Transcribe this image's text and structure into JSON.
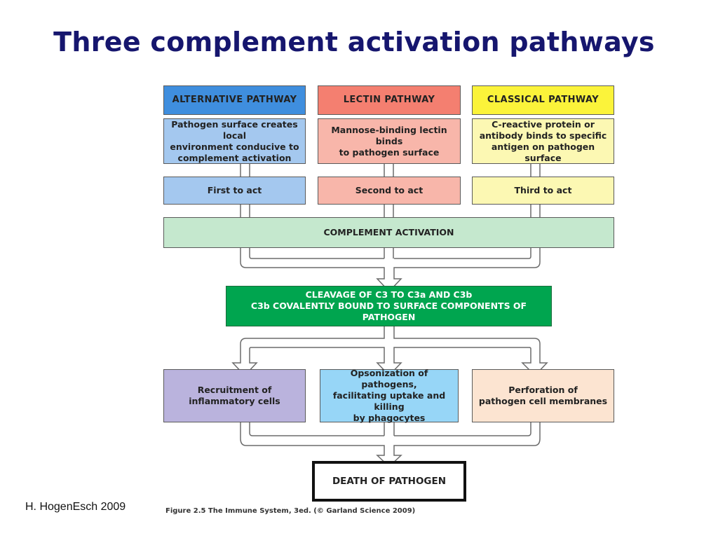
{
  "slide": {
    "title": "Three complement activation pathways",
    "credit": "H. HogenEsch 2009",
    "figure_caption": "Figure 2.5 The Immune System, 3ed. (© Garland Science 2009)"
  },
  "pathways": {
    "alternative": {
      "header": "ALTERNATIVE PATHWAY",
      "description": "Pathogen surface creates local\nenvironment conducive to\ncomplement activation",
      "order": "First to act"
    },
    "lectin": {
      "header": "LECTIN PATHWAY",
      "description": "Mannose-binding lectin binds\nto pathogen surface",
      "order": "Second to act"
    },
    "classical": {
      "header": "CLASSICAL PATHWAY",
      "description": "C-reactive protein or\nantibody binds to specific\nantigen on pathogen surface",
      "order": "Third to act"
    }
  },
  "activation": "COMPLEMENT ACTIVATION",
  "cleavage": "CLEAVAGE OF C3 TO C3a AND C3b\nC3b COVALENTLY BOUND TO SURFACE COMPONENTS OF PATHOGEN",
  "outcomes": {
    "recruitment": "Recruitment of\ninflammatory cells",
    "opsonization": "Opsonization of pathogens,\nfacilitating uptake and killing\nby phagocytes",
    "perforation": "Perforation of\npathogen cell membranes"
  },
  "result": "DEATH OF PATHOGEN",
  "colors": {
    "title": "#16166e",
    "alternative_header": "#3f8ede",
    "lectin_header": "#f47f70",
    "classical_header": "#fbf33a",
    "activation": "#c5e8ce",
    "cleavage": "#00a54f",
    "recruitment": "#bab3dd",
    "opsonization": "#97d6f7",
    "perforation": "#fce4d1"
  }
}
